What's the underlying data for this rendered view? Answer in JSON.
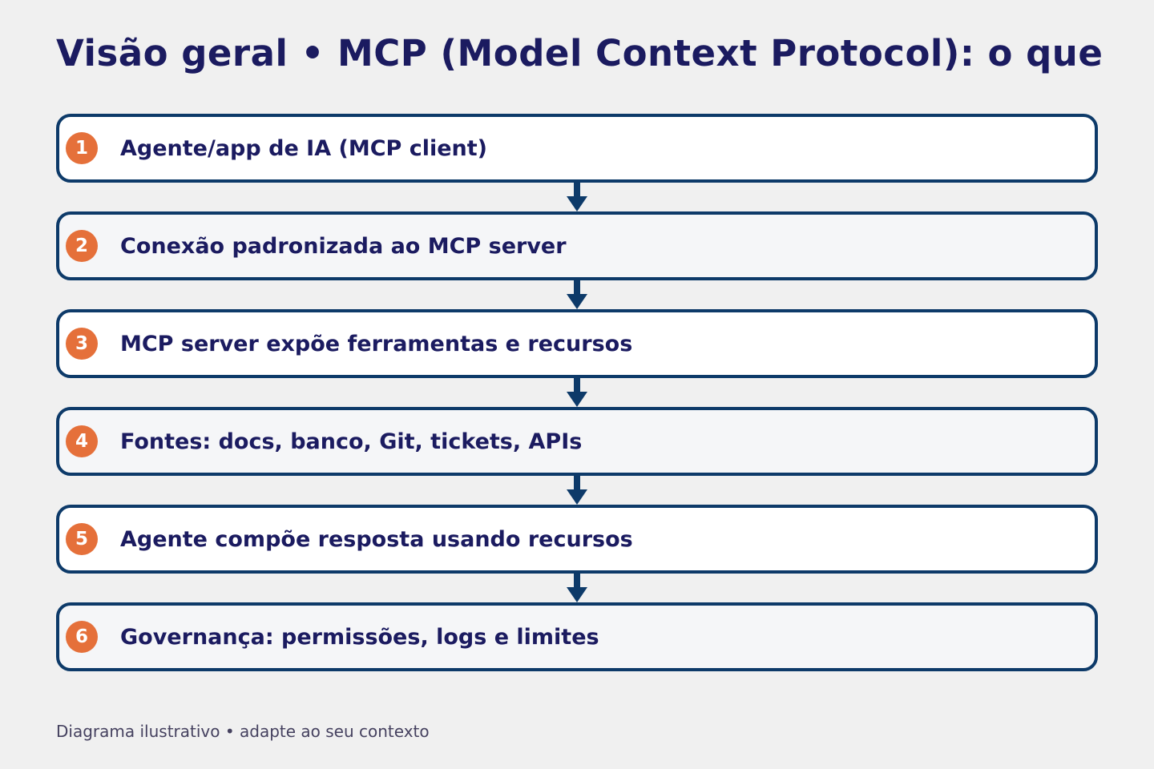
{
  "page": {
    "title": "Visão geral • MCP (Model Context Protocol): o que",
    "footer": "Diagrama ilustrativo • adapte ao seu contexto"
  },
  "steps": [
    {
      "number": "1",
      "label": "Agente/app de IA (MCP client)"
    },
    {
      "number": "2",
      "label": "Conexão padronizada ao MCP server"
    },
    {
      "number": "3",
      "label": "MCP server expõe ferramentas e recursos"
    },
    {
      "number": "4",
      "label": "Fontes: docs, banco, Git, tickets, APIs"
    },
    {
      "number": "5",
      "label": "Agente compõe resposta usando recursos"
    },
    {
      "number": "6",
      "label": "Governança: permissões, logs e limites"
    }
  ],
  "colors": {
    "background": "#f0f0f0",
    "navy_border": "#0d3a69",
    "text_navy": "#1b1b60",
    "badge_orange": "#e5703a",
    "box_alt_background": "#f5f6f8",
    "footer_text": "#45415f"
  }
}
